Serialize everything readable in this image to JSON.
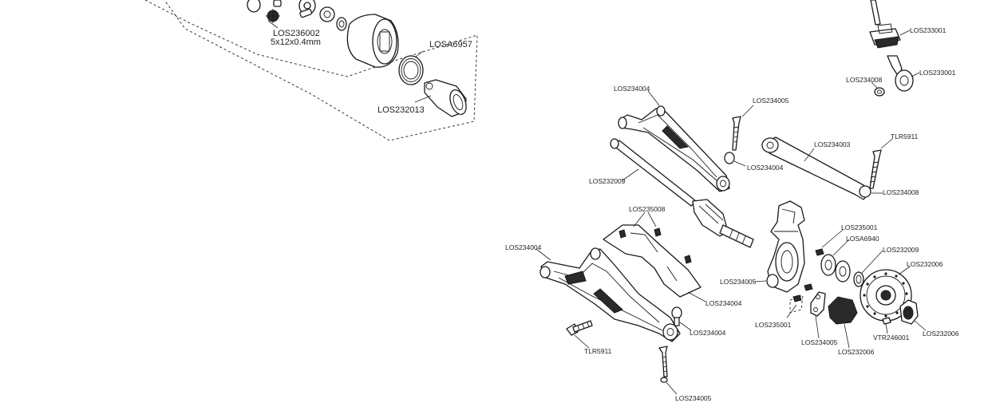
{
  "labels": {
    "los236002": "LOS236002",
    "spec_5x12": "5x12x0.4mm",
    "losa6957": "LOSA6957",
    "los232013": "LOS232013",
    "los233001_top": "LOS233001",
    "los234008_top": "LOS234008",
    "los233001_end": "LOS233001",
    "los234004_upper": "LOS234004",
    "los234005_upper": "LOS234005",
    "los234004_pin": "LOS234004",
    "los232009_axle": "LOS232009",
    "los234003": "LOS234003",
    "tlr5911_top": "TLR5911",
    "los234008_end": "LOS234008",
    "los235008": "LOS235008",
    "los235001_top": "LOS235001",
    "losa6940": "LOSA6940",
    "los234004_lower": "LOS234004",
    "los232009_rotor": "LOS232009",
    "los232006_rotor": "LOS232006",
    "los234005_mid": "LOS234005",
    "los234004_plate": "LOS234004",
    "los234004_ball": "LOS234004",
    "los235001_bottom": "LOS235001",
    "los234005_bottom_mid": "LOS234005",
    "los232006_pad": "LOS232006",
    "vtr246001": "VTR246001",
    "los232006_nut": "LOS232006",
    "tlr5911_bottom": "TLR5911",
    "los234005_bottom": "LOS234005"
  }
}
